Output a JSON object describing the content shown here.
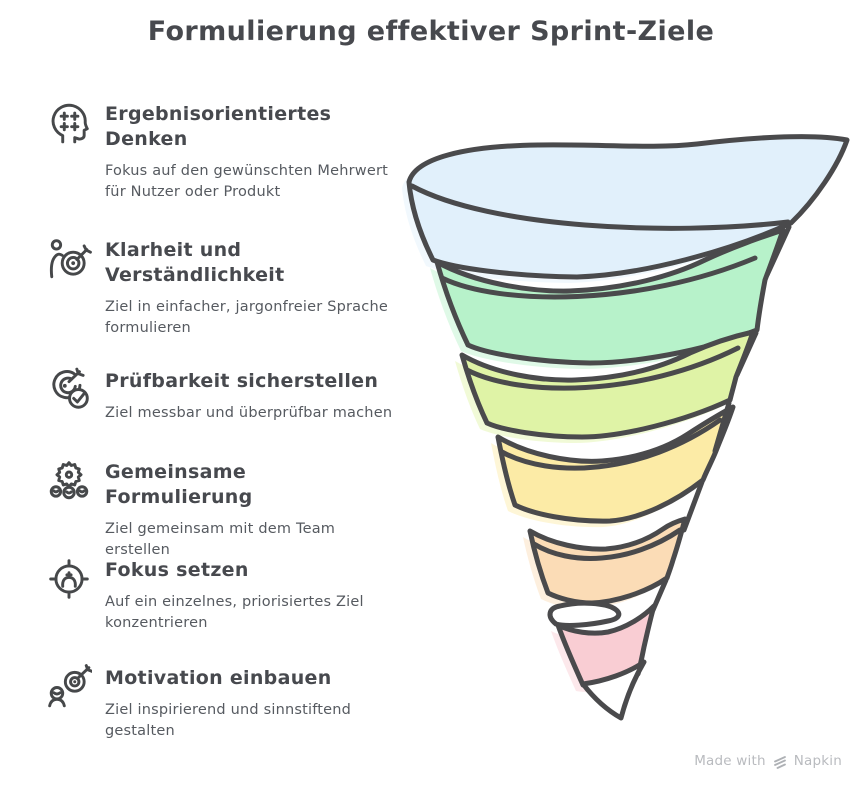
{
  "title": "Formulierung effektiver Sprint-Ziele",
  "items": [
    {
      "icon": "head-plus-icon",
      "heading": "Ergebnisorientiertes Denken",
      "description": "Fokus auf den gewünschten Mehrwert für Nutzer oder Produkt"
    },
    {
      "icon": "person-target-icon",
      "heading": "Klarheit und Verständlichkeit",
      "description": "Ziel in einfacher, jargonfreier Sprache formulieren"
    },
    {
      "icon": "target-check-icon",
      "heading": "Prüfbarkeit sicherstellen",
      "description": "Ziel messbar und überprüfbar machen"
    },
    {
      "icon": "gear-team-icon",
      "heading": "Gemeinsame Formulierung",
      "description": "Ziel gemeinsam mit dem Team erstellen"
    },
    {
      "icon": "crosshair-person-icon",
      "heading": "Fokus setzen",
      "description": "Auf ein einzelnes, priorisiertes Ziel konzentrieren"
    },
    {
      "icon": "person-dart-icon",
      "heading": "Motivation einbauen",
      "description": "Ziel inspirierend und sinnstiftend gestalten"
    }
  ],
  "funnel": {
    "outline": "#4a4a4c",
    "bands": [
      {
        "color": "#e1f0fb"
      },
      {
        "color": "#b7f2ca"
      },
      {
        "color": "#dff3a6"
      },
      {
        "color": "#fceba6"
      },
      {
        "color": "#fbdcb6"
      },
      {
        "color": "#f9cdd3"
      }
    ]
  },
  "footer": {
    "made_with": "Made with",
    "brand": "Napkin"
  }
}
